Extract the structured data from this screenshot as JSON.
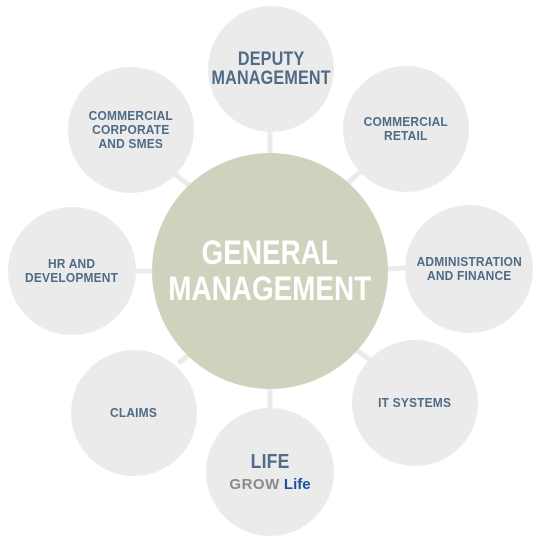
{
  "center": {
    "label": "GENERAL MANAGEMENT",
    "color": "#cdd3bd",
    "text_color": "#ffffff"
  },
  "satellite_color": "#ebebeb",
  "label_color": "#4f6b86",
  "connector_color": "#ebebeb",
  "nodes": {
    "deputy": "DEPUTY MANAGEMENT",
    "retail": "COMMERCIAL RETAIL",
    "admin": "ADMINISTRATION AND FINANCE",
    "it": "IT SYSTEMS",
    "life": "LIFE",
    "claims": "CLAIMS",
    "hr": "HR AND DEVELOPMENT",
    "corporate": "COMMERCIAL CORPORATE AND SMES"
  },
  "life_logo": {
    "word1": "GROW",
    "word2": "Life",
    "word1_color": "#8a8a8a",
    "word2_color": "#1f4f9b"
  }
}
